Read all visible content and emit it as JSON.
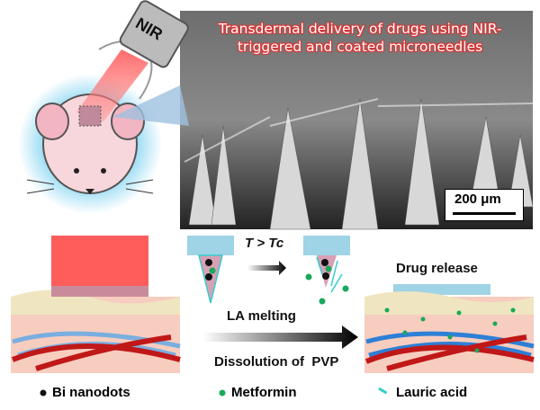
{
  "title": "Transdermal delivery of drugs using NIR-triggered and coated microneedles",
  "nir_label": "NIR",
  "scale_bar": "200 μm",
  "condition": "T > Tc",
  "drug_release": "Drug release",
  "la_melting": "LA melting",
  "dissolution": "Dissolution of  PVP",
  "legend": [
    {
      "label": "Bi nanodots",
      "color": "#111111"
    },
    {
      "label": "Metformin",
      "color": "#1aa85a"
    },
    {
      "label": "Lauric acid",
      "color": "#33cccc"
    }
  ],
  "colors": {
    "laser": "#ff3030",
    "patch": "#9fd3e6",
    "glow": "#8fd8f2"
  }
}
